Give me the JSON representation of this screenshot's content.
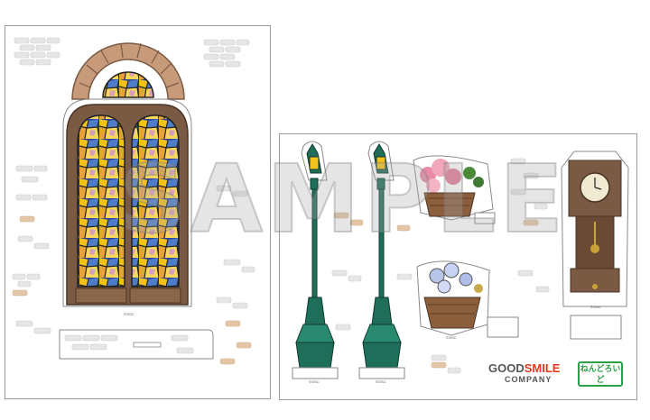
{
  "sheets": [
    {
      "id": "left",
      "parts": [
        "stained-glass-window-arch",
        "stained-glass-window-twin"
      ]
    },
    {
      "id": "right",
      "parts": [
        "street-lamp-1",
        "street-lamp-2",
        "flower-basket-pink",
        "flower-basket-blue",
        "grandfather-clock"
      ]
    }
  ],
  "watermark": "SAMPLE",
  "brand": {
    "company_line1": "GOOD",
    "company_line1_accent": "SMILE",
    "company_line2": "COMPANY",
    "series_logo": "ねんどろいど"
  },
  "copyright_marks": {
    "window": "©GSC",
    "lamp_left": "©GSC",
    "lamp_right": "©GSC",
    "flower": "©GSC",
    "clock": "©GSC"
  },
  "colors": {
    "brick": "#c79a7a",
    "wood": "#7a5a43",
    "glass_blue": "#2c3f9a",
    "glass_yellow": "#f2c21a",
    "lamp_green": "#1f6e5a",
    "brand_red": "#e8381b",
    "brand_green": "#2aa04a"
  }
}
